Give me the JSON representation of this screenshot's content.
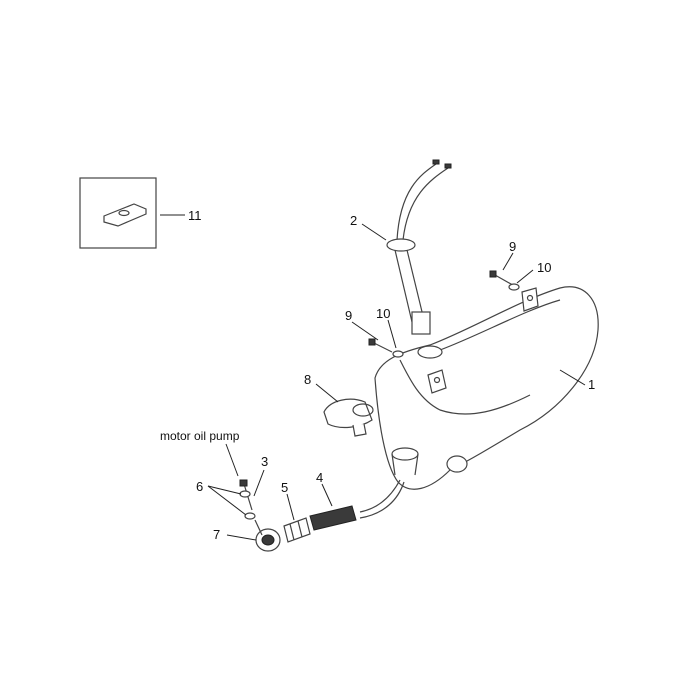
{
  "callouts": {
    "c1": "1",
    "c2": "2",
    "c3": "3",
    "c4": "4",
    "c5": "5",
    "c6": "6",
    "c7": "7",
    "c8": "8",
    "c9a": "9",
    "c9b": "9",
    "c10a": "10",
    "c10b": "10",
    "c11": "11"
  },
  "annotations": {
    "motor_oil_pump": "motor oil pump"
  },
  "colors": {
    "line": "#444444",
    "dark_part": "#3a3a3a",
    "background": "#ffffff"
  }
}
